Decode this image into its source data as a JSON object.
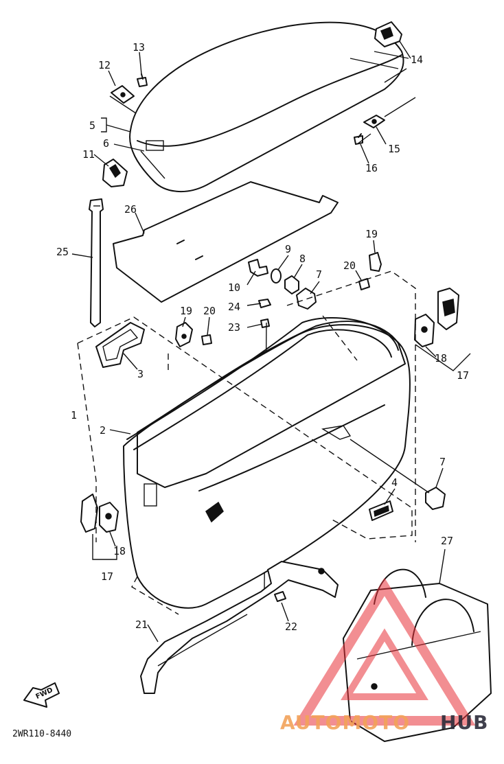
{
  "diagram": {
    "drawing_code": "2WR110-8440",
    "direction_arrow": "FWD",
    "watermark": {
      "part1": "AUTOMOTO",
      "part2": "HUB",
      "accent_color": "#e8323a",
      "text_color": "#f2a25a",
      "dark_color": "#2c2c3a"
    },
    "callouts": [
      "1",
      "2",
      "3",
      "4",
      "5",
      "6",
      "7",
      "7",
      "8",
      "9",
      "10",
      "11",
      "12",
      "13",
      "14",
      "15",
      "16",
      "17",
      "17",
      "18",
      "18",
      "19",
      "19",
      "20",
      "20",
      "21",
      "22",
      "23",
      "24",
      "25",
      "26",
      "27"
    ]
  }
}
